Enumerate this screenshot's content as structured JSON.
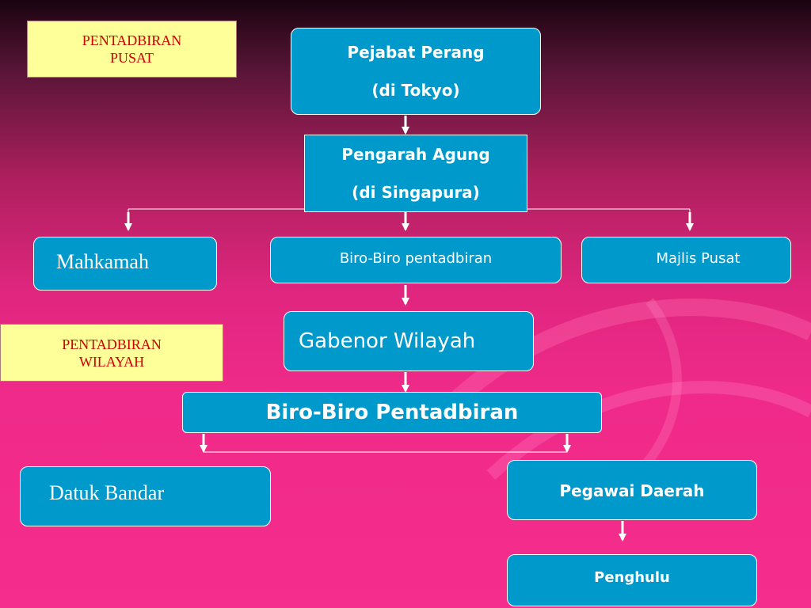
{
  "labels": {
    "pusat": "PENTADBIRAN\nPUSAT",
    "wilayah": "PENTADBIRAN\nWILAYAH"
  },
  "nodes": {
    "pejabat_perang": {
      "line1": "Pejabat Perang",
      "line2": "(di Tokyo)"
    },
    "pengarah_agung": {
      "line1": "Pengarah Agung",
      "line2": "(di Singapura)"
    },
    "mahkamah": "Mahkamah",
    "biro_pentadbiran_pusat": "Biro-Biro pentadbiran",
    "majlis_pusat": "Majlis Pusat",
    "gabenor_wilayah": "Gabenor Wilayah",
    "biro_pentadbiran_wilayah": "Biro-Biro Pentadbiran",
    "datuk_bandar": "Datuk Bandar",
    "pegawai_daerah": "Pegawai Daerah",
    "penghulu": "Penghulu"
  },
  "colors": {
    "node_fill": "#0099cc",
    "label_fill": "#ffff99",
    "label_text": "#cc0000",
    "background": "#f02a8a"
  }
}
